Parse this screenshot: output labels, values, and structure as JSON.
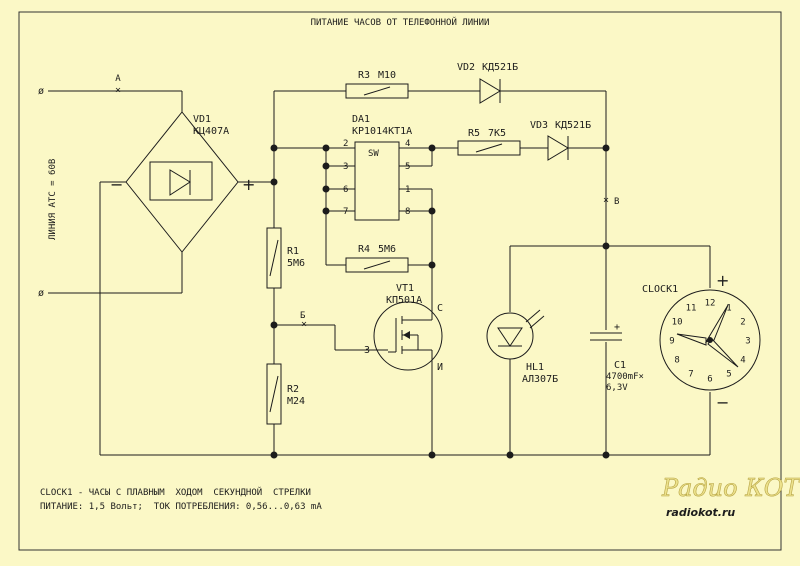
{
  "title": "ПИТАНИЕ ЧАСОВ ОТ ТЕЛЕФОННОЙ ЛИНИИ",
  "line_label": "ЛИНИЯ АТС = 60В",
  "points": {
    "a": "А",
    "b": "Б",
    "v": "В"
  },
  "symbols": {
    "plus": "+",
    "minus": "−",
    "c1_plus": "+"
  },
  "vd1": {
    "ref": "VD1",
    "type": "КЦ407А"
  },
  "r3": {
    "ref": "R3",
    "value": "М10"
  },
  "vd2": {
    "ref": "VD2",
    "type": "КД521Б"
  },
  "da1": {
    "ref": "DA1",
    "type": "КР1014КТ1А",
    "inner": "SW",
    "pins": [
      "2",
      "3",
      "6",
      "7",
      "4",
      "5",
      "1",
      "8"
    ]
  },
  "r5": {
    "ref": "R5",
    "value": "7К5"
  },
  "vd3": {
    "ref": "VD3",
    "type": "КД521Б"
  },
  "r1": {
    "ref": "R1",
    "value": "5М6"
  },
  "r4": {
    "ref": "R4",
    "value": "5М6"
  },
  "vt1": {
    "ref": "VT1",
    "type": "КП501А",
    "pin_gate": "3",
    "pin_drain": "С",
    "pin_source": "И"
  },
  "r2": {
    "ref": "R2",
    "value": "М24"
  },
  "hl1": {
    "ref": "HL1",
    "type": "АЛ307Б"
  },
  "c1": {
    "ref": "C1",
    "value": "4700mF×",
    "voltage": "6,3V"
  },
  "clock": {
    "ref": "CLOCK1",
    "numbers": [
      "12",
      "1",
      "2",
      "3",
      "4",
      "5",
      "6",
      "7",
      "8",
      "9",
      "10",
      "11"
    ],
    "plus": "+",
    "minus": "−"
  },
  "notes": {
    "line1": "CLOCK1 - ЧАСЫ С ПЛАВНЫМ  ХОДОМ  СЕКУНДНОЙ  СТРЕЛКИ",
    "line2": "ПИТАНИЕ: 1,5 Вольт;  ТОК ПОТРЕБЛЕНИЯ: 0,56...0,63 mA"
  },
  "logo": {
    "top": "Радио КОТ",
    "bottom": "radiokot.ru"
  }
}
